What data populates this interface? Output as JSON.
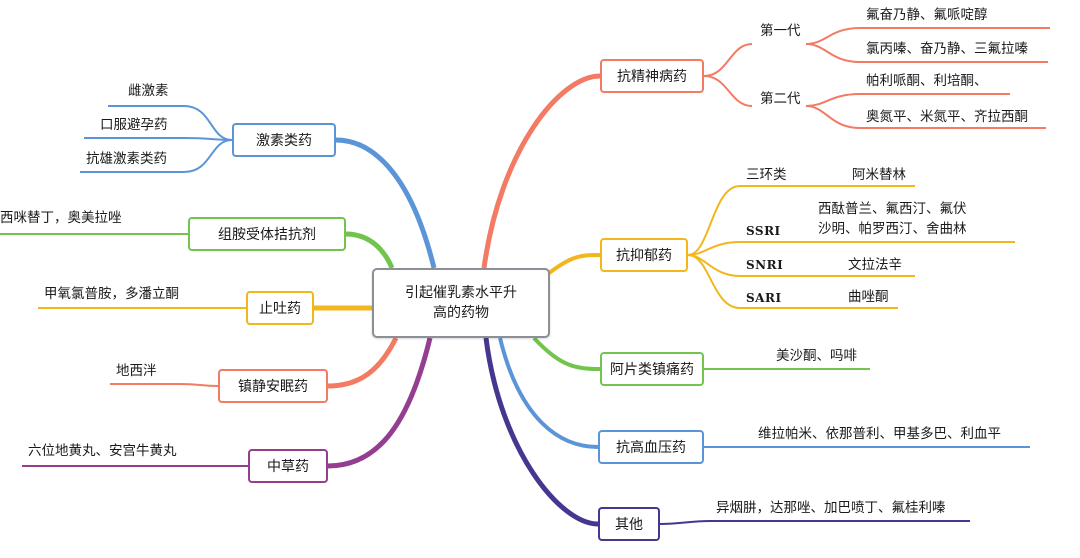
{
  "root": {
    "line1": "引起催乳素水平升",
    "line2": "高的药物"
  },
  "colors": {
    "antipsychotic": "#f37a63",
    "antidepressant": "#f2b71d",
    "opioid": "#72c44e",
    "antihypertensive": "#5b95d8",
    "other": "#47368f",
    "hormone": "#5b95d8",
    "antihistamine": "#72c44e",
    "antiemetic": "#f2b71d",
    "sedative": "#f37a63",
    "herbal": "#953d8f"
  },
  "right": {
    "antipsychotic": {
      "label": "抗精神病药",
      "gen1": {
        "label": "第一代",
        "items": [
          "氟奋乃静、氟哌啶醇",
          "氯丙嗪、奋乃静、三氟拉嗪"
        ]
      },
      "gen2": {
        "label": "第二代",
        "items": [
          "帕利哌酮、利培酮、",
          "奥氮平、米氮平、齐拉西酮"
        ]
      }
    },
    "antidepressant": {
      "label": "抗抑郁药",
      "tca": {
        "label": "三环类",
        "item": "阿米替林"
      },
      "ssri": {
        "label": "SSRI",
        "item_line1": "西酞普兰、氟西汀、氟伏",
        "item_line2": "沙明、帕罗西汀、舍曲林"
      },
      "snri": {
        "label": "SNRI",
        "item": "文拉法辛"
      },
      "sari": {
        "label": "SARI",
        "item": "曲唑酮"
      }
    },
    "opioid": {
      "label": "阿片类镇痛药",
      "item": "美沙酮、吗啡"
    },
    "antihypertensive": {
      "label": "抗高血压药",
      "item": "维拉帕米、依那普利、甲基多巴、利血平"
    },
    "other": {
      "label": "其他",
      "item": "异烟肼，达那唑、加巴喷丁、氟桂利嗪"
    }
  },
  "left": {
    "hormone": {
      "label": "激素类药",
      "items": [
        "雌激素",
        "口服避孕药",
        "抗雄激素类药"
      ]
    },
    "antihistamine": {
      "label": "组胺受体拮抗剂",
      "item": "西咪替丁，奥美拉唑"
    },
    "antiemetic": {
      "label": "止吐药",
      "item": "甲氧氯普胺，多潘立酮"
    },
    "sedative": {
      "label": "镇静安眠药",
      "item": "地西泮"
    },
    "herbal": {
      "label": "中草药",
      "item": "六位地黄丸、安宫牛黄丸"
    }
  }
}
